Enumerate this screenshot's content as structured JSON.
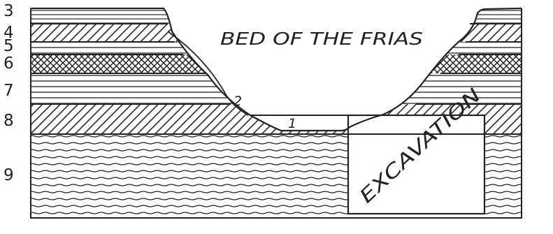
{
  "labels": {
    "bed": "BED OF THE FRIAS",
    "excavation": "EXCAVATION",
    "marker_1": "1",
    "marker_2": "2"
  },
  "layers": [
    {
      "number": "3",
      "pattern": "fine-lines"
    },
    {
      "number": "4",
      "pattern": "diagonal-hatch"
    },
    {
      "number": "5",
      "pattern": "lines"
    },
    {
      "number": "6",
      "pattern": "cross-hatch"
    },
    {
      "number": "7",
      "pattern": "lines"
    },
    {
      "number": "8",
      "pattern": "diagonal-hatch"
    },
    {
      "number": "9",
      "pattern": "wavy-lines"
    }
  ],
  "colors": {
    "ink": "#222222",
    "paper": "#ffffff"
  }
}
